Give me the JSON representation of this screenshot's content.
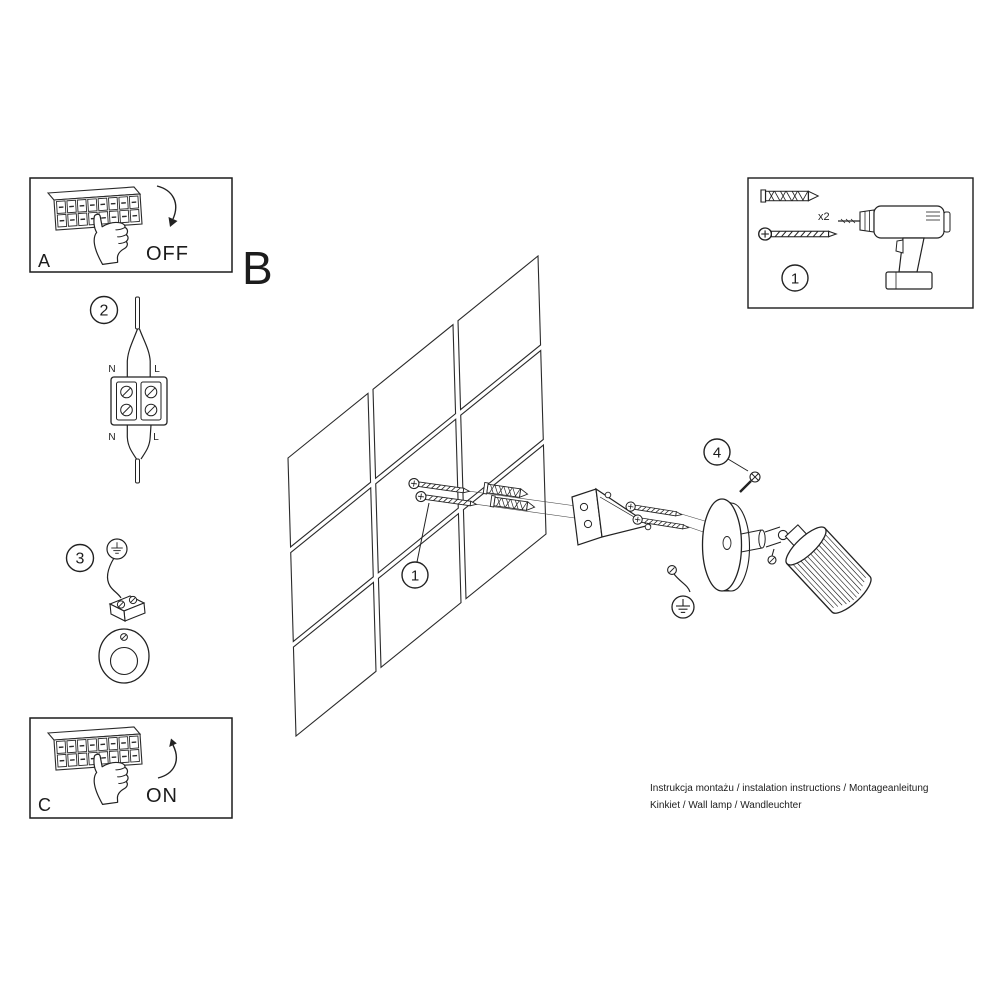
{
  "ink_color": "#222222",
  "box_a": {
    "label": "A",
    "state": "OFF"
  },
  "box_c": {
    "label": "C",
    "state": "ON"
  },
  "step2": {
    "number": "2",
    "labels": {
      "n_top": "N",
      "l_top": "L",
      "n_bottom": "N",
      "l_bottom": "L"
    }
  },
  "step3": {
    "number": "3"
  },
  "diagram_b": {
    "label": "B",
    "callout_screw_pack": "1",
    "callout_set_screw": "4"
  },
  "parts_box": {
    "callout": "1",
    "plug_quantity": "x2"
  },
  "footer": {
    "line1": "Instrukcja montażu / instalation instructions / Montageanleitung",
    "line2": "Kinkiet / Wall lamp / Wandleuchter"
  }
}
